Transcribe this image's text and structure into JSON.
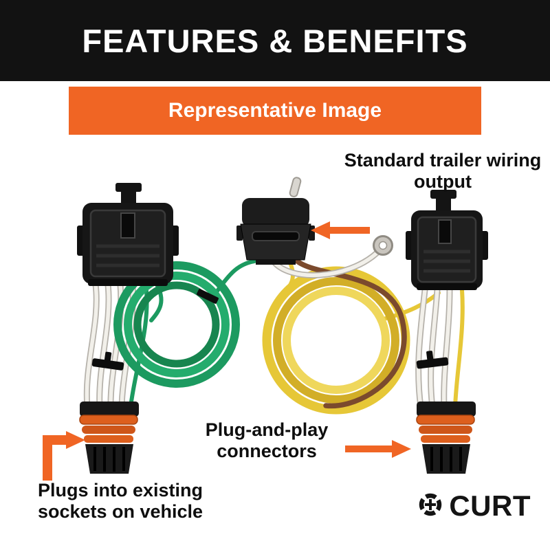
{
  "header": {
    "title": "FEATURES & BENEFITS"
  },
  "banner": {
    "label": "Representative Image"
  },
  "callouts": {
    "wiring_output": {
      "text": "Standard trailer wiring output"
    },
    "plug_and_play": {
      "text": "Plug-and-play connectors"
    },
    "existing_sockets": {
      "text": "Plugs into existing sockets on vehicle"
    }
  },
  "brand": {
    "name": "CURT"
  },
  "colors": {
    "header_bg": "#121212",
    "accent": "#F06524",
    "wire_green": "#1C9A60",
    "wire_yellow": "#E6C737",
    "wire_brown": "#7B4A2D"
  }
}
